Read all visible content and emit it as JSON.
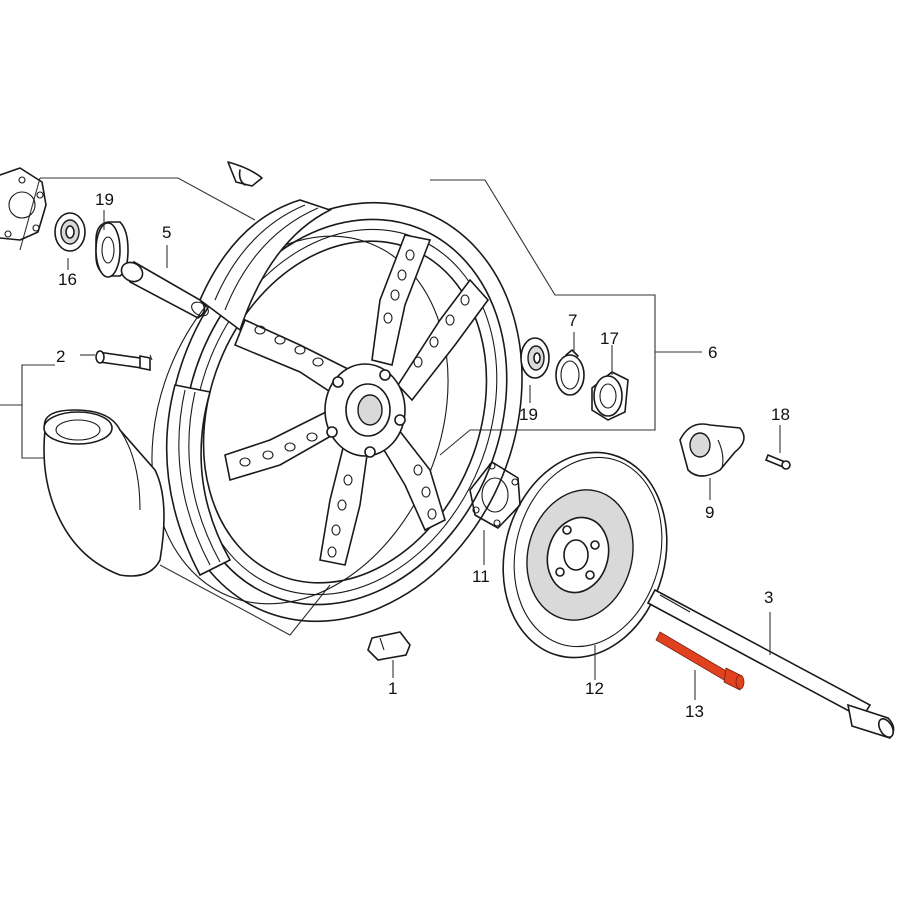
{
  "callouts": {
    "p1": "1",
    "p2": "2",
    "p3": "3",
    "p5": "5",
    "p6": "6",
    "p7": "7",
    "p9": "9",
    "p11": "11",
    "p12": "12",
    "p13": "13",
    "p16": "16",
    "p17": "17",
    "p18": "18",
    "p19a": "19",
    "p19b": "19"
  },
  "colors": {
    "line": "#1a1a1a",
    "highlight": "#e0411e",
    "background": "#ffffff"
  }
}
